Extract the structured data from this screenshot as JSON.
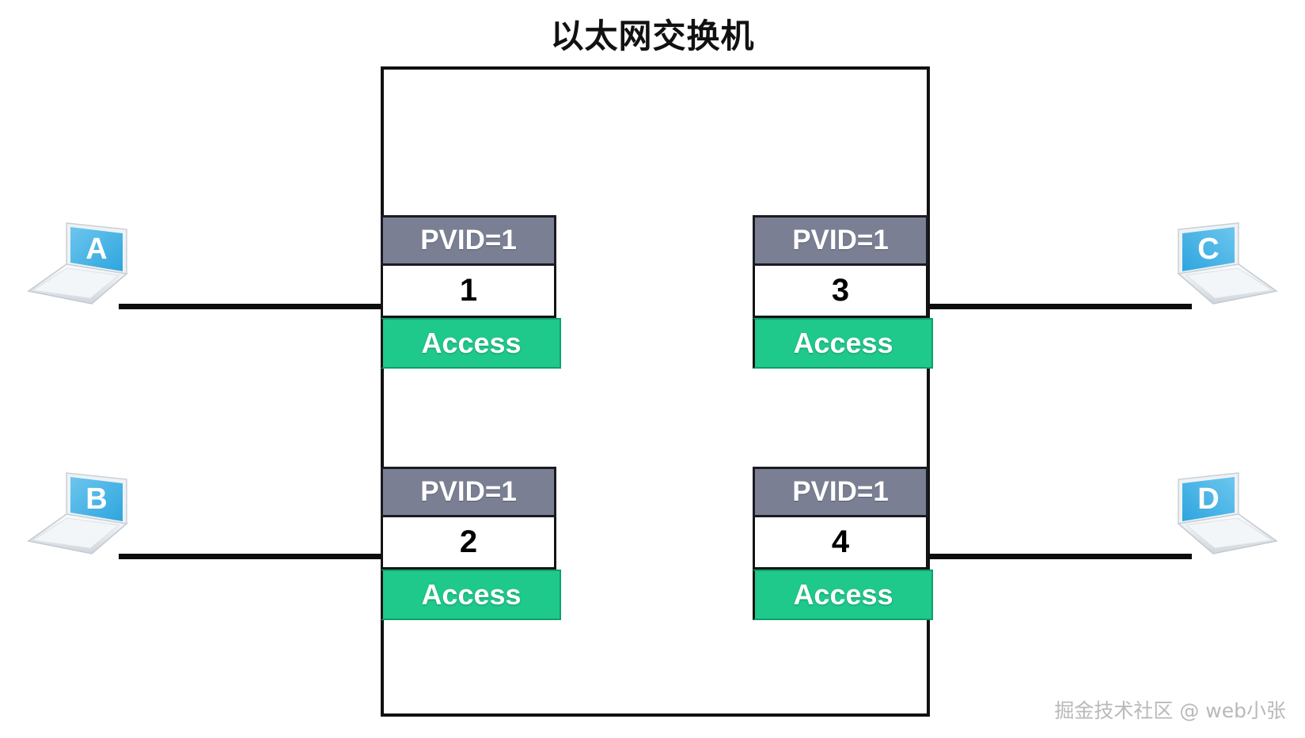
{
  "title": "以太网交换机",
  "switch": {
    "label": "ethernet-switch-chassis",
    "ports": [
      {
        "id": "port-1",
        "pvid": "PVID=1",
        "number": "1",
        "mode": "Access",
        "side": "left",
        "row": "top"
      },
      {
        "id": "port-2",
        "pvid": "PVID=1",
        "number": "2",
        "mode": "Access",
        "side": "left",
        "row": "bottom"
      },
      {
        "id": "port-3",
        "pvid": "PVID=1",
        "number": "3",
        "mode": "Access",
        "side": "right",
        "row": "top"
      },
      {
        "id": "port-4",
        "pvid": "PVID=1",
        "number": "4",
        "mode": "Access",
        "side": "right",
        "row": "bottom"
      }
    ]
  },
  "hosts": [
    {
      "id": "host-a",
      "label": "A",
      "side": "left",
      "row": "top"
    },
    {
      "id": "host-b",
      "label": "B",
      "side": "left",
      "row": "bottom"
    },
    {
      "id": "host-c",
      "label": "C",
      "side": "right",
      "row": "top"
    },
    {
      "id": "host-d",
      "label": "D",
      "side": "right",
      "row": "bottom"
    }
  ],
  "links": [
    {
      "id": "link-a-port1",
      "from": "host-a",
      "to": "port-1"
    },
    {
      "id": "link-b-port2",
      "from": "host-b",
      "to": "port-2"
    },
    {
      "id": "link-c-port3",
      "from": "host-c",
      "to": "port-3"
    },
    {
      "id": "link-d-port4",
      "from": "host-d",
      "to": "port-4"
    }
  ],
  "watermark": "掘金技术社区 @ web小张",
  "colors": {
    "pvid_band": "#7a7f94",
    "access_band": "#1ec98b",
    "outline": "#111111",
    "laptop_screen": "#49b3e8",
    "link_line": "#0d0d0d",
    "watermark_text": "#b9b9b9"
  }
}
